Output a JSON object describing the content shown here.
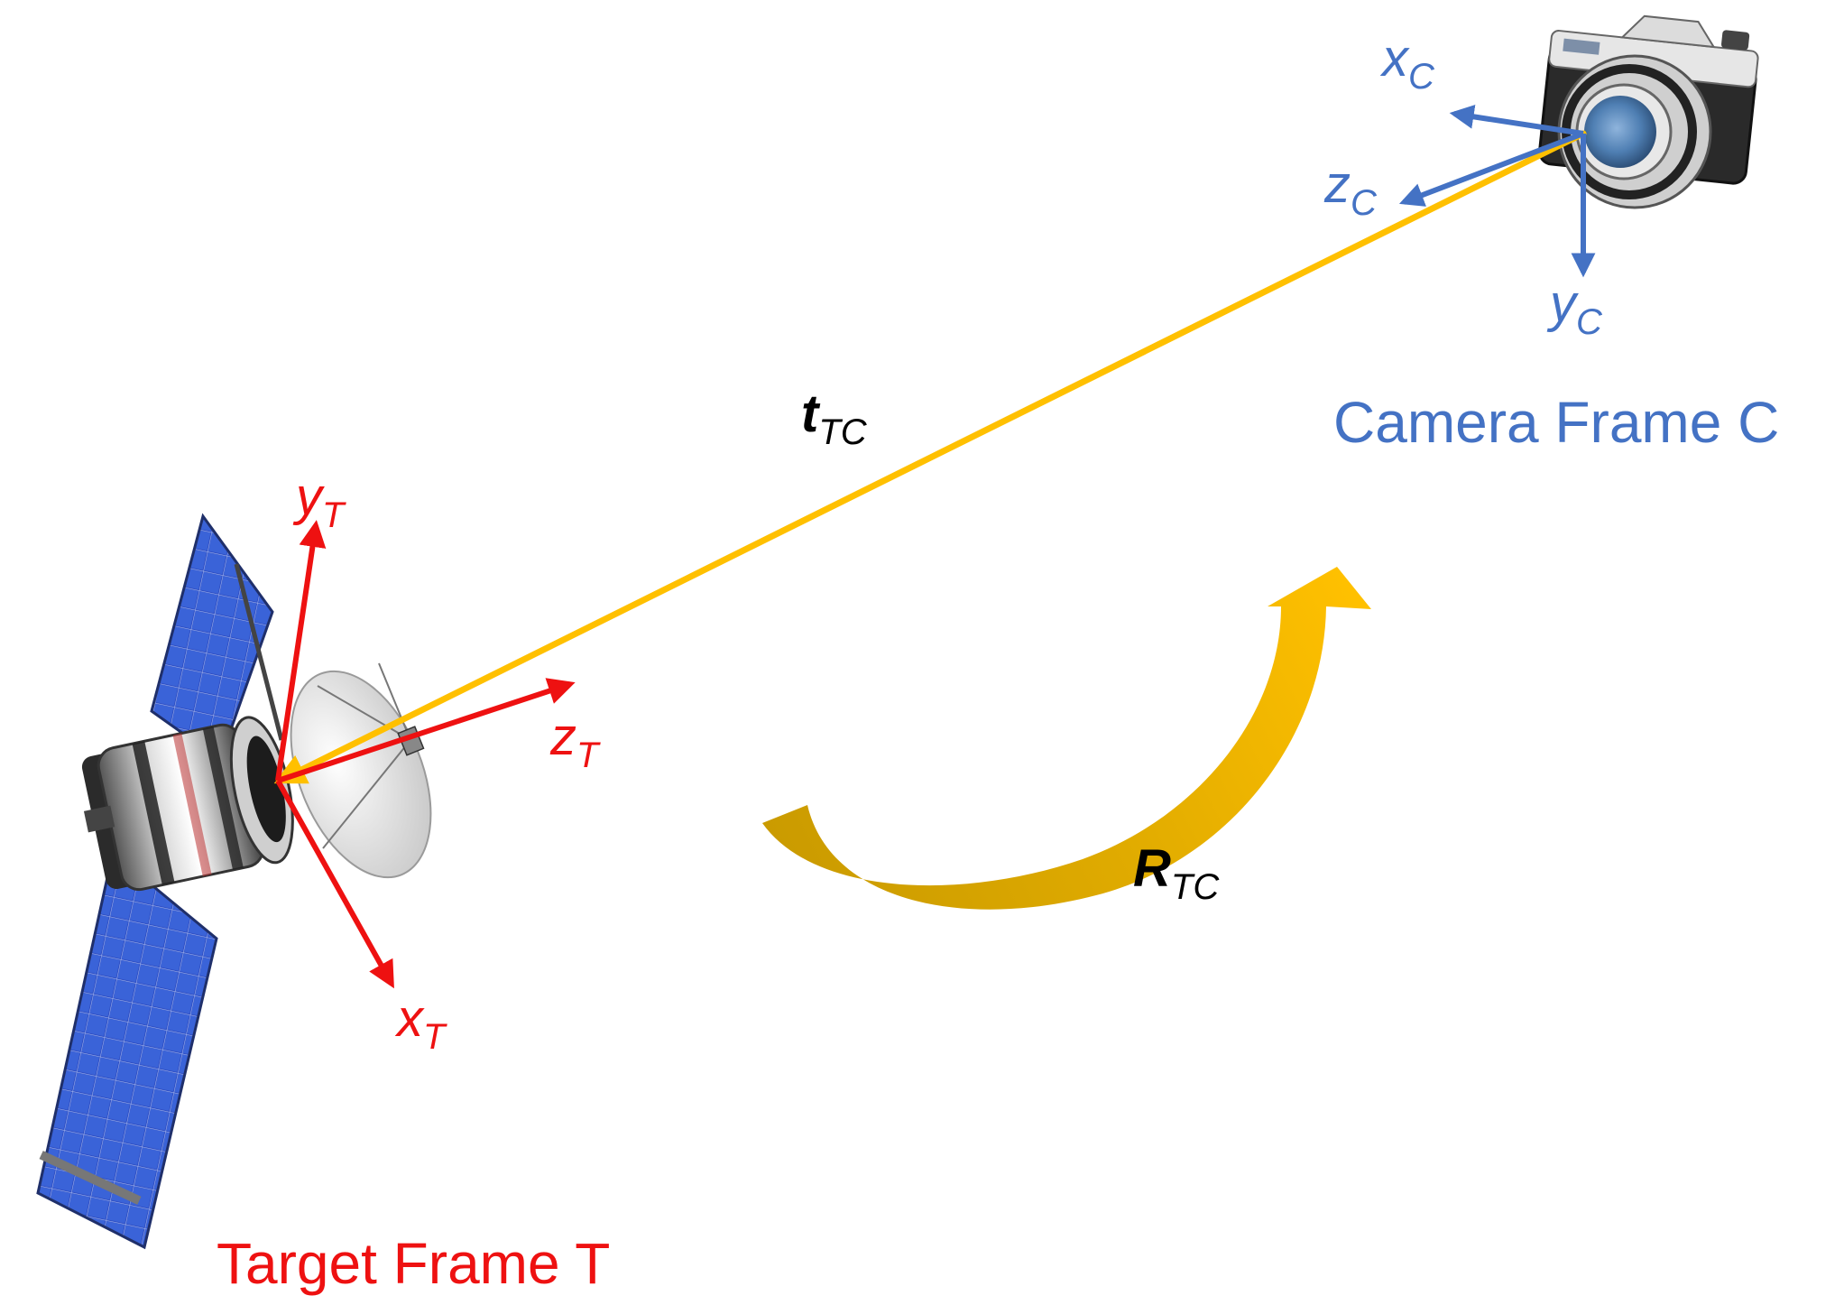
{
  "colors": {
    "target": "#ee1111",
    "camera": "#4472c4",
    "translation": "#ffc000",
    "rotation_start": "#c99a00",
    "rotation_end": "#ffc000",
    "text": "#000000"
  },
  "icons": {
    "satellite": "satellite-icon",
    "camera": "camera-icon"
  },
  "target_frame": {
    "title": "Target Frame T",
    "axes": [
      {
        "base": "x",
        "sub": "T"
      },
      {
        "base": "y",
        "sub": "T"
      },
      {
        "base": "z",
        "sub": "T"
      }
    ]
  },
  "camera_frame": {
    "title": "Camera Frame C",
    "axes": [
      {
        "base": "x",
        "sub": "C"
      },
      {
        "base": "y",
        "sub": "C"
      },
      {
        "base": "z",
        "sub": "C"
      }
    ]
  },
  "translation": {
    "base": "t",
    "sub": "TC"
  },
  "rotation": {
    "base": "R",
    "sub": "TC"
  }
}
